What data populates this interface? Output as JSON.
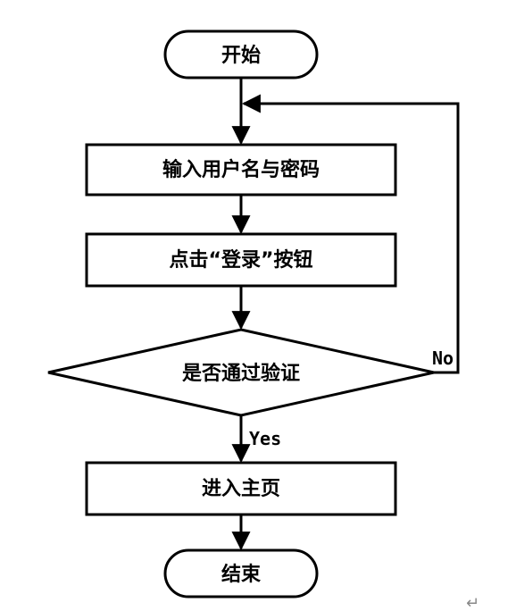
{
  "flowchart": {
    "start_label": "开始",
    "step1_label": "输入用户名与密码",
    "step2_label": "点击“登录”按钮",
    "decision_label": "是否通过验证",
    "yes_label": "Yes",
    "no_label": "No",
    "step3_label": "进入主页",
    "end_label": "结束"
  },
  "paragraph_mark": "↵"
}
